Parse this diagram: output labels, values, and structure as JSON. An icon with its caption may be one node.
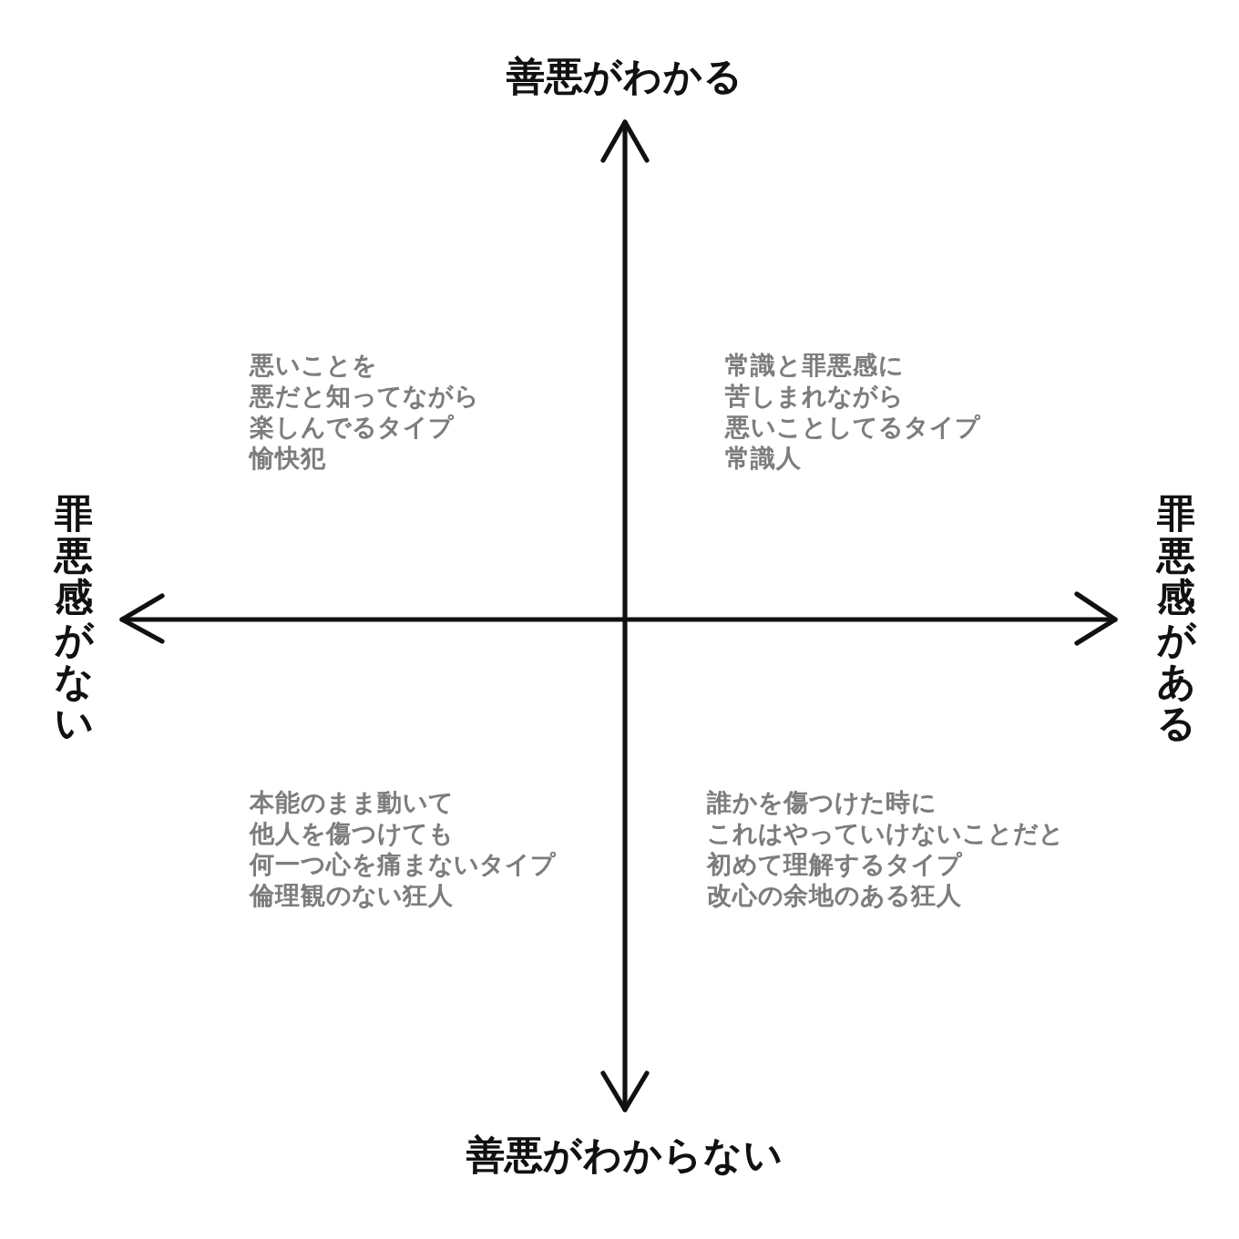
{
  "diagram": {
    "labels": [
      "善悪がわかる",
      "悪いことを",
      "悪だと知ってながら",
      "楽しんでるタイプ",
      "愉快犯",
      "常識と罪悪感に",
      "苦しまれながら",
      "悪いことしてるタイプ",
      "常識人",
      "罪悪感がない",
      "罪悪感がある",
      "本能のまま動いて",
      "他人を傷つけても",
      "何一つ心を痛まないタイプ",
      "倫理観のない狂人",
      "誰かを傷つけた時に",
      "これはやっていけないことだと",
      "初めて理解するタイプ",
      "改心の余地のある狂人",
      "善悪がわからない"
    ]
  }
}
